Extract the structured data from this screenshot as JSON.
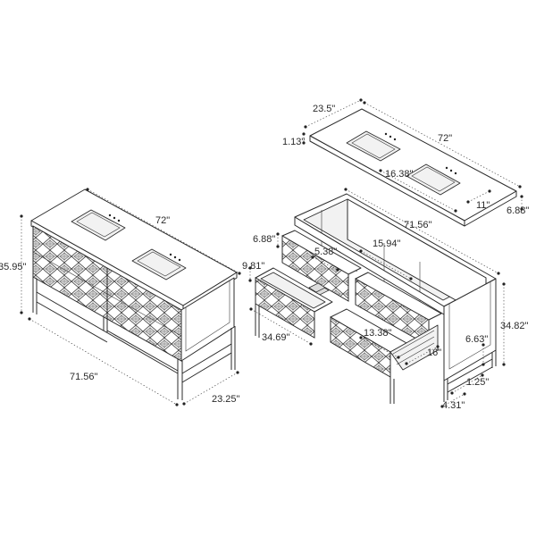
{
  "assembled_vanity": {
    "width_top": "72\"",
    "height": "35.95\"",
    "width_cabinet": "71.56\"",
    "depth": "23.25\""
  },
  "countertop": {
    "depth": "23.5\"",
    "width": "72\"",
    "thickness": "1.13\"",
    "sink_offset": "16.38\"",
    "sink_depth": "11\"",
    "sink_height": "6.88\""
  },
  "cabinet": {
    "width": "71.56\"",
    "height": "34.82\"",
    "top_drawer_height": "6.88\"",
    "divider_width": "5.38\"",
    "drawer_width_top": "15.94\"",
    "side_height": "9.81\"",
    "door_width": "34.69\"",
    "drawer_width": "13.38\"",
    "drawer_depth": "16\"",
    "leg_height": "6.63\"",
    "leg_depth": "1.25\"",
    "leg_width": "4.31\""
  }
}
